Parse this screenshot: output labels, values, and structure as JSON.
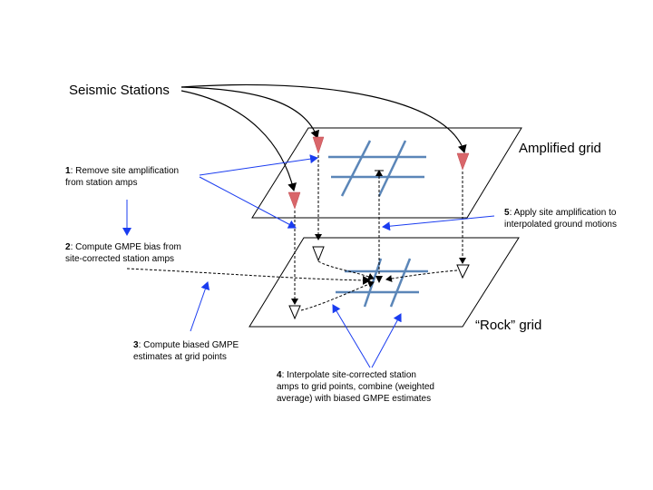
{
  "labels": {
    "seismic_stations": "Seismic Stations",
    "amplified_grid": "Amplified grid",
    "rock_grid": "“Rock” grid"
  },
  "steps": [
    {
      "num": "1",
      "lines": [
        "Remove site amplification",
        "from station amps"
      ]
    },
    {
      "num": "2",
      "lines": [
        "Compute GMPE bias from",
        "site-corrected station amps"
      ]
    },
    {
      "num": "3",
      "lines": [
        "Compute biased GMPE",
        "estimates at grid points"
      ]
    },
    {
      "num": "4",
      "lines": [
        "Interpolate site-corrected station",
        "amps to grid points, combine (weighted",
        "average) with biased GMPE estimates"
      ]
    },
    {
      "num": "5",
      "lines": [
        "Apply site amplification to",
        "interpolated ground motions"
      ]
    }
  ],
  "colors": {
    "annotation_arrow": "#1a3cf0",
    "grid_lines": "#5b86b8",
    "station_marker": "#d9666a",
    "outline": "#000000"
  },
  "icons": {
    "station_marker": "red-down-triangle",
    "interpolated_marker": "hollow-down-triangle"
  }
}
